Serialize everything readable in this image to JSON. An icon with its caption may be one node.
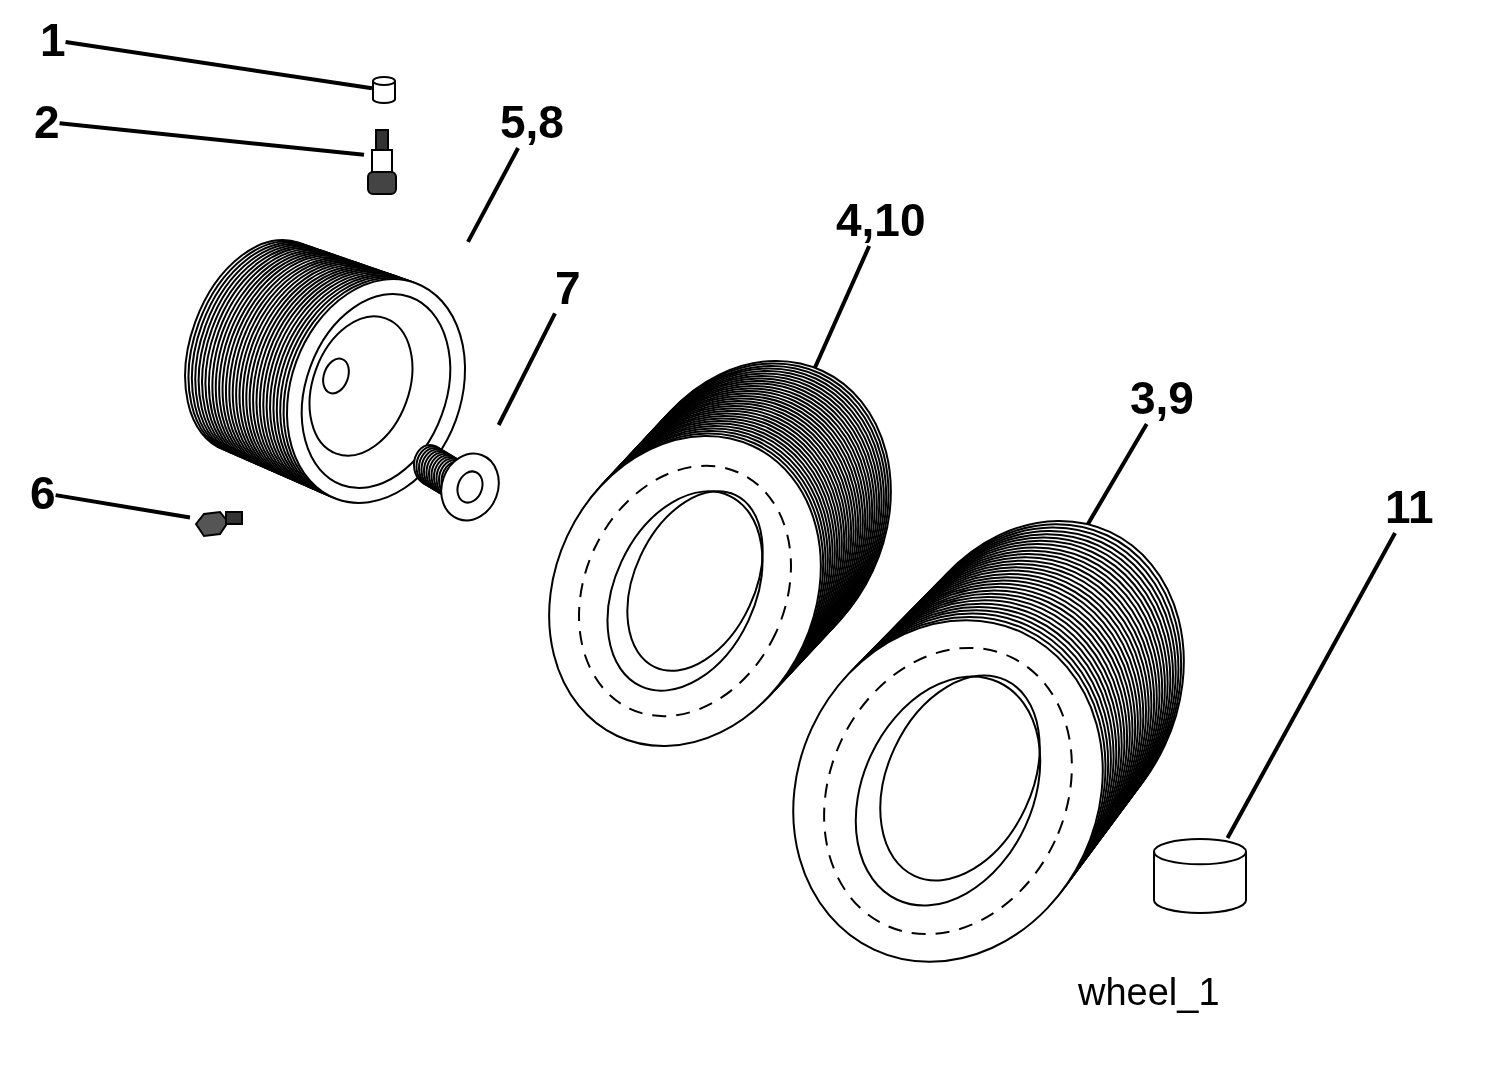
{
  "diagram": {
    "nodes": [
      {
        "text": [
          "1"
        ]
      },
      {
        "text": [],
        "shape": "cylinder"
      },
      {
        "text": [
          "2"
        ]
      },
      {
        "text": [],
        "shape": "picture"
      },
      {
        "text": [
          "5,8"
        ]
      },
      {
        "text": [],
        "shape": "picture"
      },
      {
        "text": [
          "7"
        ]
      },
      {
        "text": [],
        "shape": "picture"
      },
      {
        "text": [
          "4,10"
        ]
      },
      {
        "text": [],
        "shape": "picture"
      },
      {
        "text": [
          "3,9"
        ]
      },
      {
        "text": [],
        "shape": "picture"
      },
      {
        "text": [
          "11"
        ]
      },
      {
        "text": [],
        "shape": "cylinder"
      },
      {
        "text": [
          "6"
        ]
      },
      {
        "text": [],
        "shape": "picture"
      }
    ],
    "edges": [
      {
        "from": 0,
        "to": 1,
        "arrow": "none"
      },
      {
        "from": 2,
        "to": 3,
        "arrow": "none"
      },
      {
        "from": 4,
        "to": 5,
        "arrow": "none"
      },
      {
        "from": 6,
        "to": 7,
        "arrow": "none"
      },
      {
        "from": 8,
        "to": 9,
        "arrow": "none"
      },
      {
        "from": 10,
        "to": 11,
        "arrow": "none"
      },
      {
        "from": 12,
        "to": 13,
        "arrow": "none"
      },
      {
        "from": 14,
        "to": 15,
        "arrow": "none"
      }
    ],
    "labels": [
      "wheel_1"
    ]
  }
}
